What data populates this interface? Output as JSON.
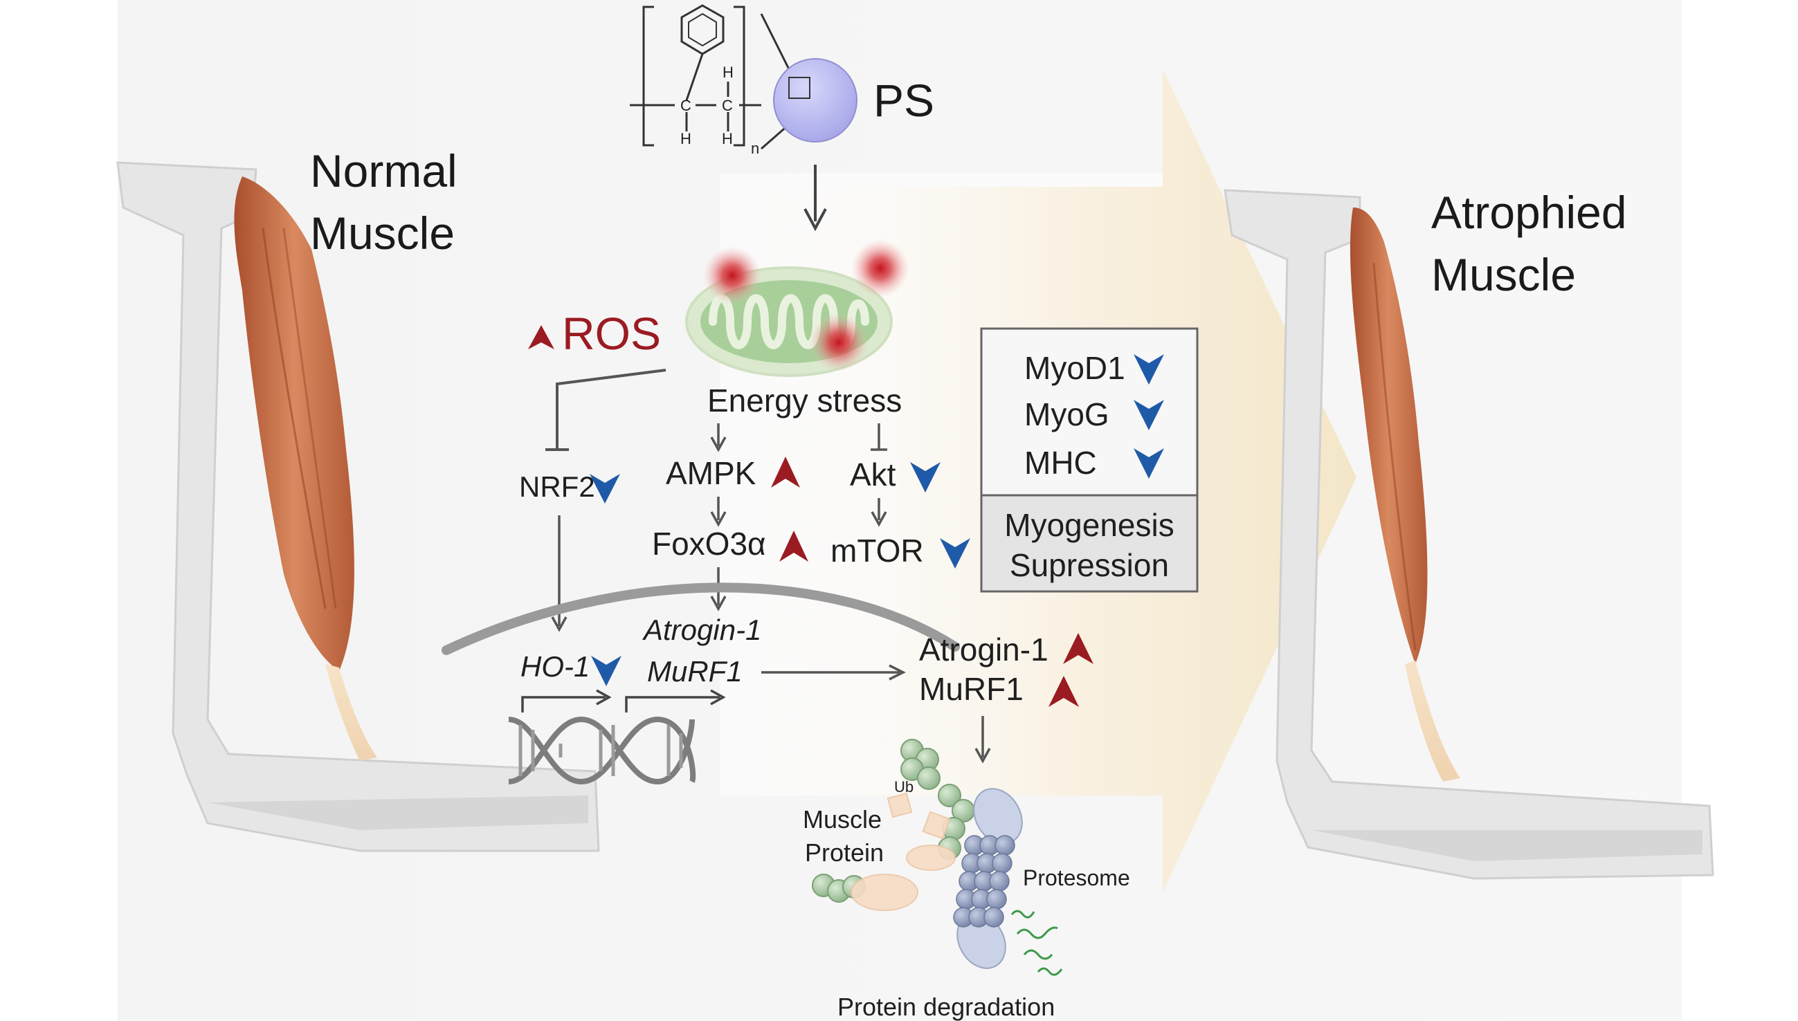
{
  "colors": {
    "up_arrow": "#9b1b22",
    "down_arrow": "#1f5aa8",
    "ros_text": "#9b1b22",
    "muscle": "#c9764e",
    "bone": "#e4e4e4",
    "mitochondria": "#a8cf9a",
    "ps_sphere": "#b9b9ee",
    "big_arrow": "#f7ecd6",
    "proteasome": "#8a97b8"
  },
  "labels": {
    "normal_line1": "Normal",
    "normal_line2": "Muscle",
    "atrophied_line1": "Atrophied",
    "atrophied_line2": "Muscle",
    "ps": "PS",
    "ros": "ROS",
    "energy_stress": "Energy stress",
    "nrf2": "NRF2",
    "ampk": "AMPK",
    "akt": "Akt",
    "foxo3a": "FoxO3α",
    "mtor": "mTOR",
    "ho1_gene": "HO-1",
    "atrogin_gene": "Atrogin-1",
    "murf1_gene": "MuRF1",
    "atrogin_protein": "Atrogin-1",
    "murf1_protein": "MuRF1",
    "myod1": "MyoD1",
    "myog": "MyoG",
    "mhc": "MHC",
    "myogenesis_line1": "Myogenesis",
    "myogenesis_line2": "Supression",
    "muscle_protein_line1": "Muscle",
    "muscle_protein_line2": "Protein",
    "ub": "Ub",
    "protesome": "Protesome",
    "protein_degradation": "Protein degradation"
  },
  "chemistry": {
    "carbon": "C",
    "hydrogen": "H",
    "subscript_n": "n"
  },
  "icons": [
    "up-arrowhead",
    "down-arrowhead",
    "mitochondria",
    "polystyrene-sphere",
    "dna-helix",
    "proteasome",
    "ubiquitin-chain"
  ]
}
